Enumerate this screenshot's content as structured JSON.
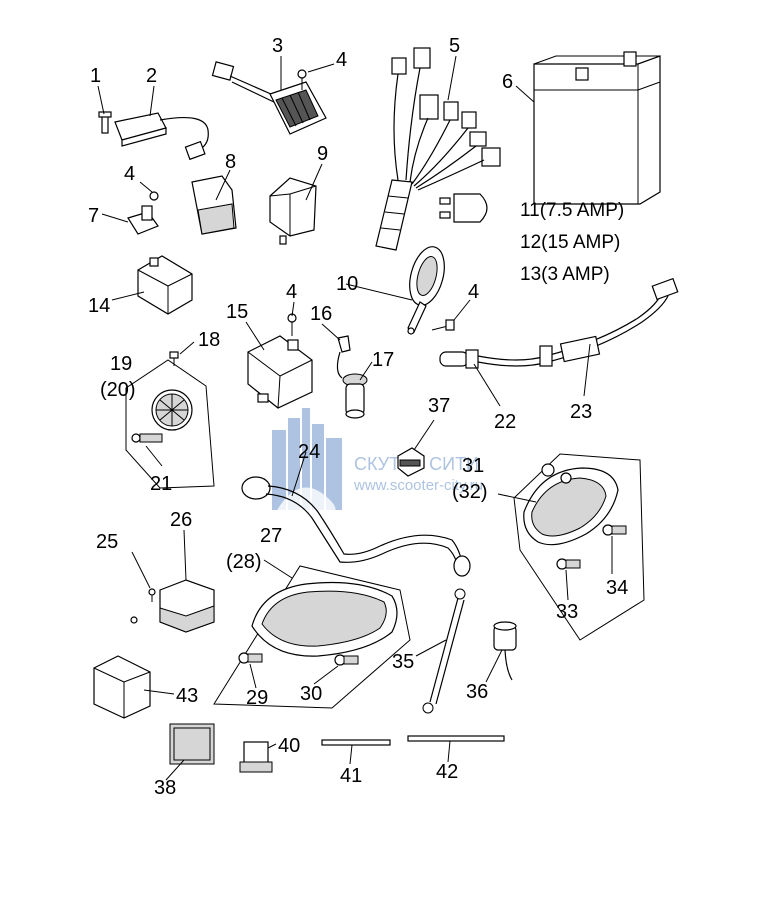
{
  "callouts": {
    "c1": "1",
    "c2": "2",
    "c3": "3",
    "c4a": "4",
    "c4b": "4",
    "c4c": "4",
    "c4d": "4",
    "c5": "5",
    "c6": "6",
    "c7": "7",
    "c8": "8",
    "c9": "9",
    "c10": "10",
    "c11": "11(7.5 AMP)",
    "c12": "12(15  AMP)",
    "c13": "13(3    AMP)",
    "c14": "14",
    "c15": "15",
    "c16": "16",
    "c17": "17",
    "c18": "18",
    "c19": "19",
    "c20": "(20)",
    "c21": "21",
    "c22": "22",
    "c23": "23",
    "c24": "24",
    "c25": "25",
    "c26": "26",
    "c27": "27",
    "c28": "(28)",
    "c29": "29",
    "c30": "30",
    "c31": "31",
    "c32": "(32)",
    "c33": "33",
    "c34": "34",
    "c35": "35",
    "c36": "36",
    "c37": "37",
    "c38": "38",
    "c40": "40",
    "c41": "41",
    "c42": "42",
    "c43": "43"
  },
  "watermark": {
    "title": "СКУТЕР СИТИ",
    "url": "www.scooter-city.ru",
    "color": "#9fb9dc"
  }
}
